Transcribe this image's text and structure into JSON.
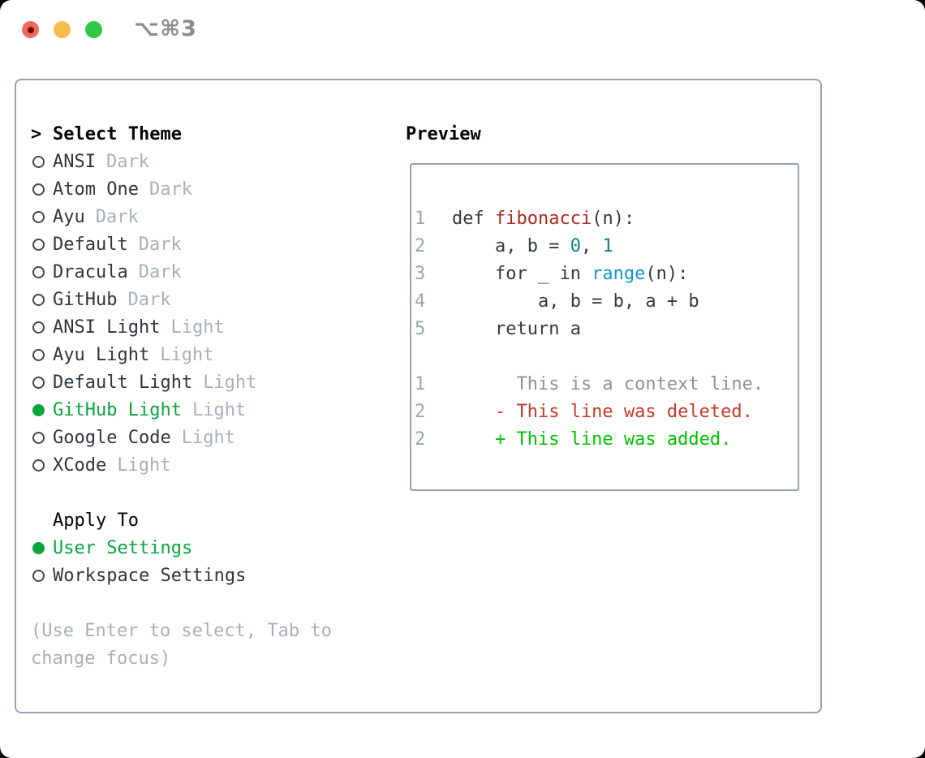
{
  "window": {
    "title": "⌥⌘3",
    "traffic_lights": [
      {
        "name": "close",
        "color": "#ee6a5e",
        "dot": "#730c05"
      },
      {
        "name": "minimize",
        "color": "#f5bd4b"
      },
      {
        "name": "zoom",
        "color": "#30c748"
      }
    ]
  },
  "theme_picker": {
    "cursor": ">",
    "header": "Select Theme",
    "items": [
      {
        "label": "ANSI",
        "tag": "Dark",
        "selected": false
      },
      {
        "label": "Atom One",
        "tag": "Dark",
        "selected": false
      },
      {
        "label": "Ayu",
        "tag": "Dark",
        "selected": false
      },
      {
        "label": "Default",
        "tag": "Dark",
        "selected": false
      },
      {
        "label": "Dracula",
        "tag": "Dark",
        "selected": false
      },
      {
        "label": "GitHub",
        "tag": "Dark",
        "selected": false
      },
      {
        "label": "ANSI Light",
        "tag": "Light",
        "selected": false
      },
      {
        "label": "Ayu Light",
        "tag": "Light",
        "selected": false
      },
      {
        "label": "Default Light",
        "tag": "Light",
        "selected": false
      },
      {
        "label": "GitHub Light",
        "tag": "Light",
        "selected": true
      },
      {
        "label": "Google Code",
        "tag": "Light",
        "selected": false
      },
      {
        "label": "XCode",
        "tag": "Light",
        "selected": false
      }
    ]
  },
  "apply_to": {
    "header": "Apply To",
    "options": [
      {
        "label": "User Settings",
        "selected": true
      },
      {
        "label": "Workspace Settings",
        "selected": false
      }
    ]
  },
  "hint": {
    "line1": "(Use Enter to select, Tab to",
    "line2": "change focus)"
  },
  "preview": {
    "header": "Preview",
    "code_lines": [
      {
        "num": "",
        "segments": []
      },
      {
        "num": "1",
        "segments": [
          {
            "text": "def ",
            "style": "plain"
          },
          {
            "text": "fibonacci",
            "style": "func"
          },
          {
            "text": "(n):",
            "style": "plain"
          }
        ]
      },
      {
        "num": "2",
        "segments": [
          {
            "text": "    a, b = ",
            "style": "plain"
          },
          {
            "text": "0",
            "style": "number"
          },
          {
            "text": ", ",
            "style": "plain"
          },
          {
            "text": "1",
            "style": "number"
          }
        ]
      },
      {
        "num": "3",
        "segments": [
          {
            "text": "    for _ in ",
            "style": "plain"
          },
          {
            "text": "range",
            "style": "builtin"
          },
          {
            "text": "(n):",
            "style": "plain"
          }
        ]
      },
      {
        "num": "4",
        "segments": [
          {
            "text": "        a, b = b, a + b",
            "style": "plain"
          }
        ]
      },
      {
        "num": "5",
        "segments": [
          {
            "text": "    return a",
            "style": "plain"
          }
        ]
      },
      {
        "num": "",
        "segments": []
      },
      {
        "num": "1",
        "segments": [
          {
            "text": "      This is a context line.",
            "style": "context"
          }
        ]
      },
      {
        "num": "2",
        "segments": [
          {
            "text": "    - This line was deleted.",
            "style": "deleted"
          }
        ]
      },
      {
        "num": "2",
        "segments": [
          {
            "text": "    + This line was added.",
            "style": "added"
          }
        ]
      }
    ]
  },
  "colors": {
    "accent_green": "#0ba53e",
    "added": "#00c300",
    "deleted": "#c63a2b",
    "func": "#a92c20",
    "builtin": "#1095d3",
    "number": "#0f8177",
    "plain": "#333a41",
    "context": "#8b9299",
    "line_number": "#9aa5b2",
    "label": "#2f363d",
    "muted": "#a7b0bc",
    "border": "#98a2ae"
  }
}
